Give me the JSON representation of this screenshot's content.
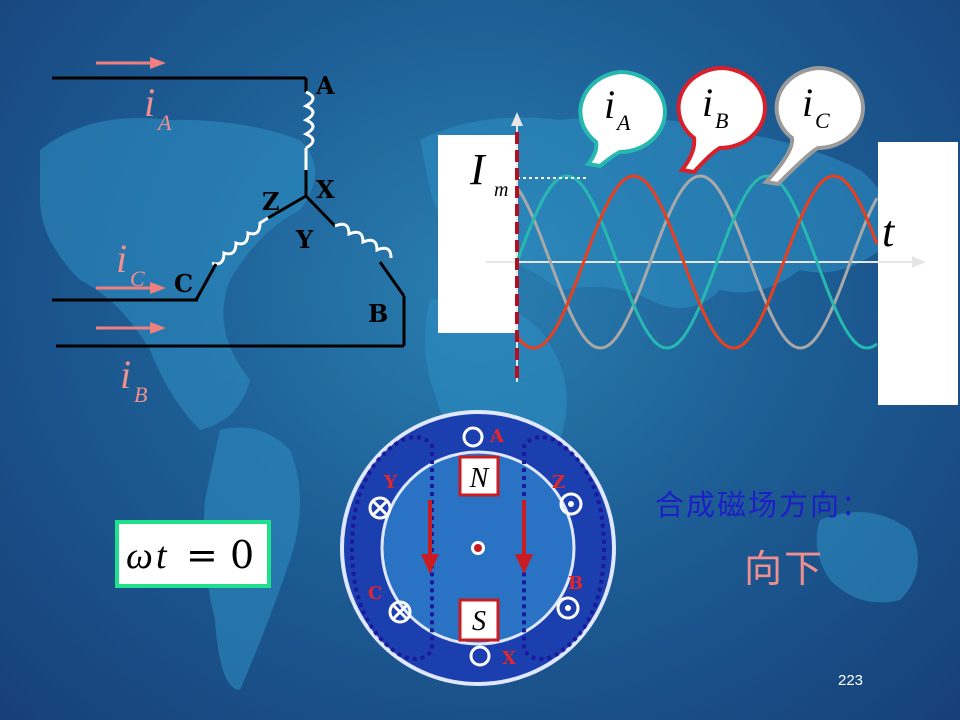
{
  "page_number": "223",
  "circuit": {
    "terminal_A": "A",
    "terminal_B": "B",
    "terminal_C": "C",
    "terminal_X": "X",
    "terminal_Y": "Y",
    "terminal_Z": "Z",
    "current_A": {
      "main": "i",
      "sub": "A"
    },
    "current_B": {
      "main": "i",
      "sub": "B"
    },
    "current_C": {
      "main": "i",
      "sub": "C"
    }
  },
  "waveform": {
    "amplitude_label": {
      "main": "I",
      "sub": "m"
    },
    "time_label": "t",
    "bubble_A": {
      "main": "i",
      "sub": "A"
    },
    "bubble_B": {
      "main": "i",
      "sub": "B"
    },
    "bubble_C": {
      "main": "i",
      "sub": "C"
    },
    "colors": {
      "iA": "#27b8b0",
      "iB": "#e8401e",
      "iC": "#a8a8a8"
    }
  },
  "stator": {
    "label_A": "A",
    "label_B": "B",
    "label_C": "C",
    "label_X": "X",
    "label_Y": "Y",
    "label_Z": "Z",
    "pole_N": "N",
    "pole_S": "S"
  },
  "equation": {
    "omega": "ω",
    "t": "t",
    "equals": "=",
    "zero": "0"
  },
  "caption": {
    "title": "合成磁场方向：",
    "direction": "向下"
  }
}
